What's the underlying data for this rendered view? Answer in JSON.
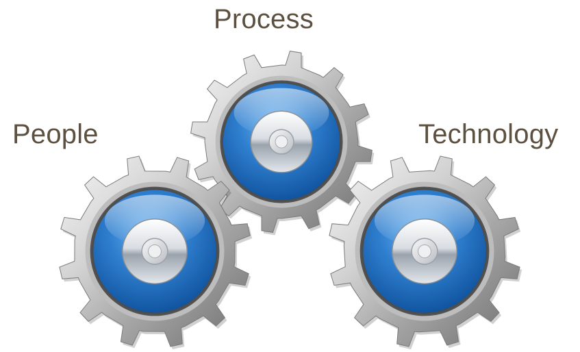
{
  "diagram": {
    "labels": {
      "process": "Process",
      "people": "People",
      "technology": "Technology"
    },
    "colors": {
      "label_text": "#5c5040",
      "gear_metal_light": "#f2f2f2",
      "gear_metal_dark": "#8c8c8c",
      "face_blue": "#2f7fcf",
      "face_blue_dark": "#0d4f9a",
      "hub_silver": "#e9eef3"
    },
    "gears": [
      {
        "id": "people",
        "icon": "gear-icon"
      },
      {
        "id": "process",
        "icon": "gear-icon"
      },
      {
        "id": "technology",
        "icon": "gear-icon"
      }
    ]
  }
}
